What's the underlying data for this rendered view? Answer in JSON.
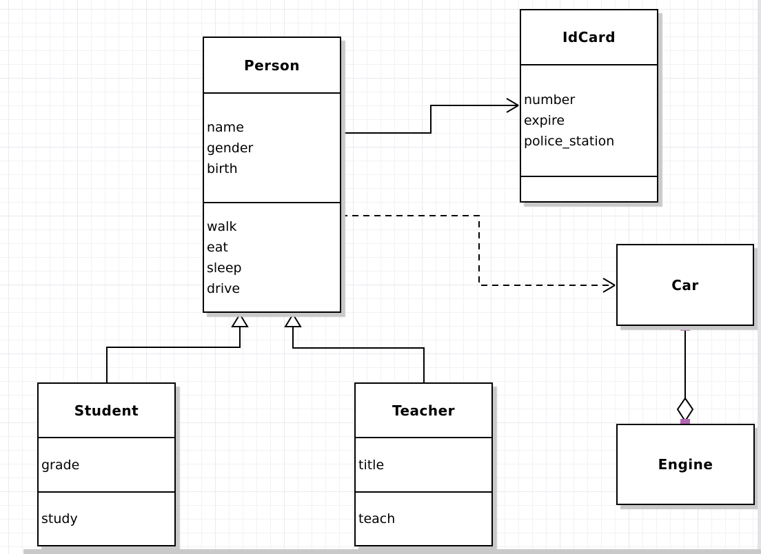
{
  "classes": {
    "person": {
      "name": "Person",
      "attributes": [
        "name",
        "gender",
        "birth"
      ],
      "methods": [
        "walk",
        "eat",
        "sleep",
        "drive"
      ]
    },
    "idcard": {
      "name": "IdCard",
      "attributes": [
        "number",
        "expire",
        "police_station"
      ],
      "methods": []
    },
    "car": {
      "name": "Car",
      "attributes": [],
      "methods": []
    },
    "engine": {
      "name": "Engine",
      "attributes": [],
      "methods": []
    },
    "student": {
      "name": "Student",
      "attributes": [
        "grade"
      ],
      "methods": [
        "study"
      ]
    },
    "teacher": {
      "name": "Teacher",
      "attributes": [
        "title"
      ],
      "methods": [
        "teach"
      ]
    }
  },
  "relations": [
    {
      "type": "association",
      "from": "Person",
      "to": "IdCard",
      "line": "solid",
      "arrow": "open"
    },
    {
      "type": "dependency",
      "from": "Person",
      "to": "Car",
      "line": "dashed",
      "arrow": "open"
    },
    {
      "type": "generalization",
      "from": "Student",
      "to": "Person",
      "line": "solid",
      "arrow": "hollow-triangle"
    },
    {
      "type": "generalization",
      "from": "Teacher",
      "to": "Person",
      "line": "solid",
      "arrow": "hollow-triangle"
    },
    {
      "type": "aggregation",
      "from": "Car",
      "to": "Engine",
      "line": "solid",
      "arrow": "hollow-diamond"
    }
  ],
  "colors": {
    "stroke": "#000000",
    "box_fill": "#ffffff",
    "box_shadow": "#c9c9c9",
    "grid_line": "#f2f2f6",
    "endpoint_handle": "#b566b1",
    "page_edge": "#e1e3e8"
  }
}
